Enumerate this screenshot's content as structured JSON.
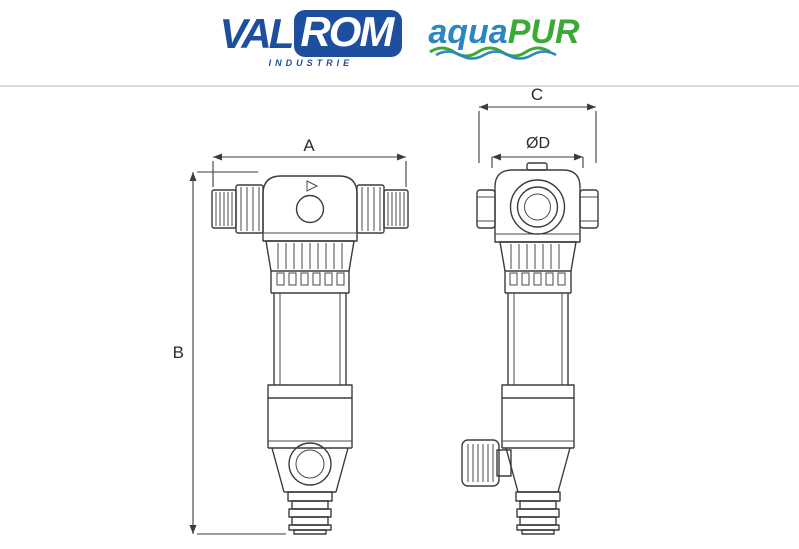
{
  "header": {
    "valrom": {
      "val": "VAL",
      "rom": "ROM",
      "industrie": "INDUSTRIE"
    },
    "aquapur": {
      "aqua": "aqua",
      "pur": "PUR"
    }
  },
  "drawing": {
    "labels": {
      "a": "A",
      "b": "B",
      "c": "C",
      "diameter_d": "ØD"
    }
  },
  "colors": {
    "valrom_blue": "#1d4f9e",
    "aqua_blue": "#2e86c1",
    "pur_green": "#3aaa35",
    "line": "#3c3c3c",
    "separator": "#dadada"
  }
}
